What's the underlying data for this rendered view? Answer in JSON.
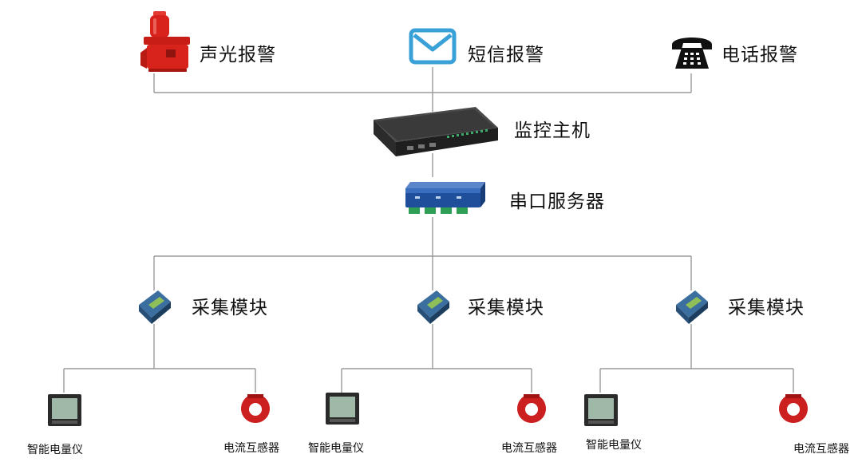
{
  "alarms": {
    "sound_light": "声光报警",
    "sms": "短信报警",
    "phone": "电话报警"
  },
  "host": "监控主机",
  "serial_server": "串口服务器",
  "modules": [
    {
      "label": "采集模块",
      "meter": "智能电量仪",
      "ct": "电流互感器"
    },
    {
      "label": "采集模块",
      "meter": "智能电量仪",
      "ct": "电流互感器"
    },
    {
      "label": "采集模块",
      "meter": "智能电量仪",
      "ct": "电流互感器"
    }
  ],
  "colors": {
    "line": "#9a9a9a",
    "siren": "#d8231c",
    "mail": "#39a0d8",
    "phone": "#111111",
    "host": "#2b2b2b",
    "serial": "#1f4f9a",
    "module": "#2e5e8e",
    "ct": "#cc1f1f"
  }
}
